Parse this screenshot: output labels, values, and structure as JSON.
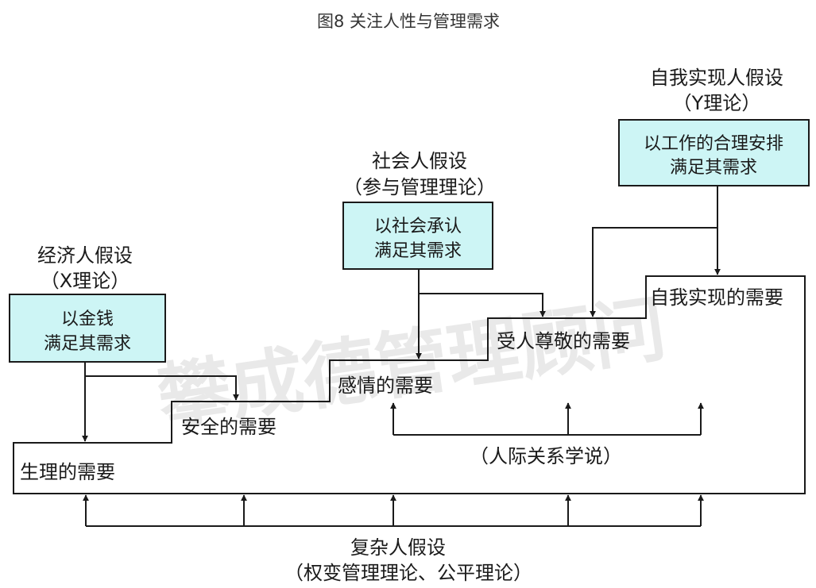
{
  "title": "图8  关注人性与管理需求",
  "watermark": "攀成德管理顾问",
  "colors": {
    "box_fill": "#cdf5f5",
    "line": "#1a1a1a"
  },
  "theories": {
    "economic": {
      "name": "经济人假设",
      "theory": "（X理论）",
      "box_lines": [
        "以金钱",
        "满足其需求"
      ]
    },
    "social": {
      "name": "社会人假设",
      "theory": "（参与管理理论）",
      "box_lines": [
        "以社会承认",
        "满足其需求"
      ]
    },
    "self_actualizing": {
      "name": "自我实现人假设",
      "theory": "（Y理论）",
      "box_lines": [
        "以工作的合理安排",
        "满足其需求"
      ]
    }
  },
  "needs": {
    "physiological": "生理的需要",
    "safety": "安全的需要",
    "affection": "感情的需要",
    "esteem": "受人尊敬的需要",
    "self_actualization": "自我实现的需要"
  },
  "human_relations": "（人际关系学说）",
  "complex": {
    "name": "复杂人假设",
    "theory": "（权变管理理论、公平理论）"
  }
}
